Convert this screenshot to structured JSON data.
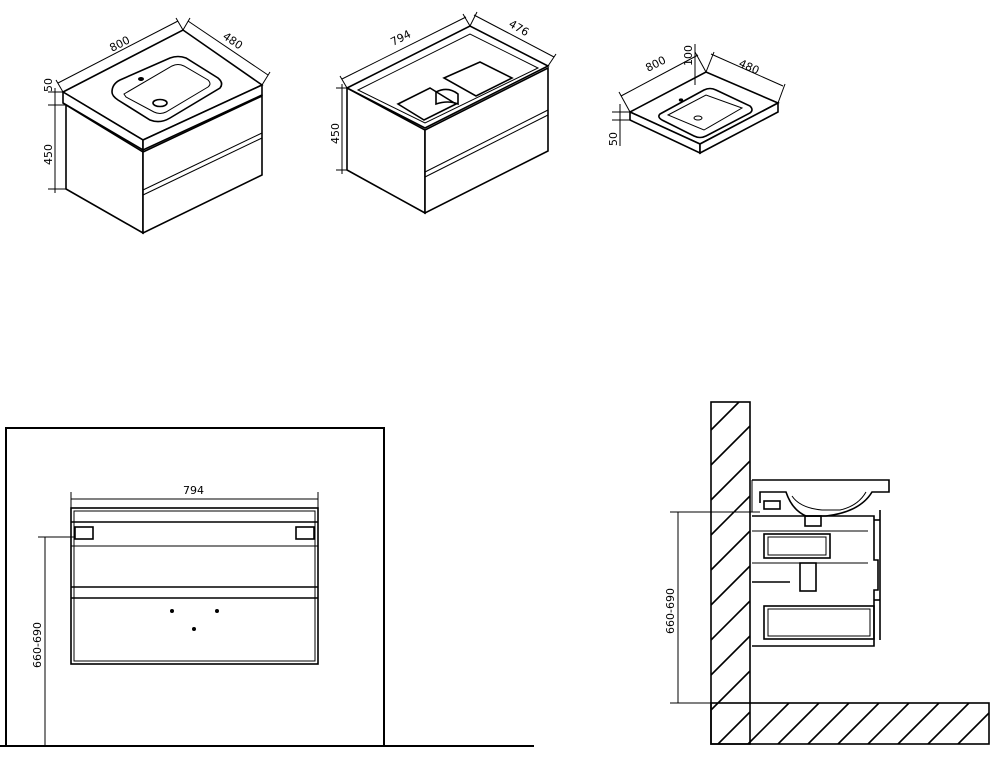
{
  "views": {
    "cabinet_with_basin": {
      "width": "800",
      "depth": "480",
      "top_height": "50",
      "body_height": "450"
    },
    "cabinet_body": {
      "width": "794",
      "depth": "476",
      "body_height": "450"
    },
    "basin": {
      "width": "800",
      "depth": "480",
      "tap_hole": "100",
      "thickness": "50"
    },
    "front_elevation": {
      "width": "794",
      "mount_height": "660-690"
    },
    "side_section": {
      "mount_height": "660-690"
    }
  },
  "colors": {
    "line": "#000000",
    "background": "#ffffff"
  }
}
